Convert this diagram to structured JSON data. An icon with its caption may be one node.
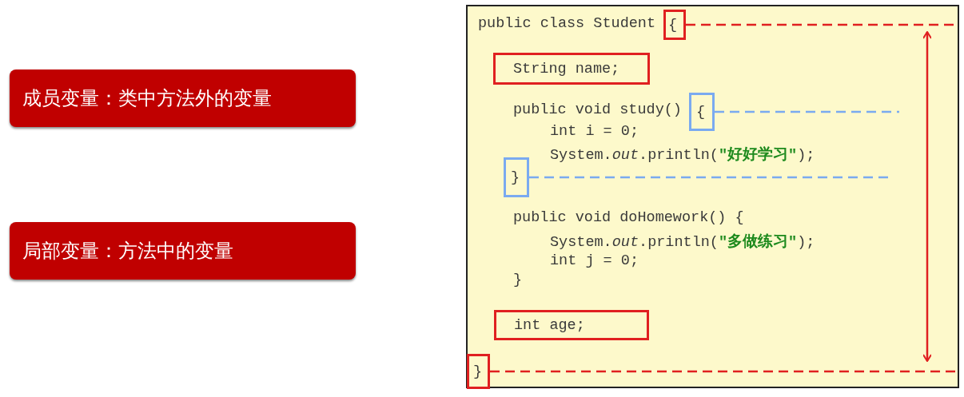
{
  "diagram": {
    "nodes": [
      {
        "text": [
          "成员变量：类中方法外的变量"
        ]
      },
      {
        "text": [
          "局部变量：方法中的变量"
        ]
      },
      {
        "text": [],
        "shape": "box"
      },
      {
        "text": [
          "{"
        ],
        "in": 2
      },
      {
        "text": [
          "String name;"
        ],
        "in": 2
      },
      {
        "text": [
          "{"
        ],
        "in": 2
      },
      {
        "text": [
          "}"
        ],
        "in": 2
      },
      {
        "text": [
          "int age;"
        ],
        "in": 2
      },
      {
        "text": [
          "}"
        ],
        "in": 2
      }
    ],
    "edges": [
      {
        "from": 3,
        "to": null,
        "arrow": "none",
        "style": "dashed",
        "color": "#e02020"
      },
      {
        "from": 5,
        "to": null,
        "arrow": "none",
        "style": "dashed",
        "color": "#7aaaf0"
      },
      {
        "from": 6,
        "to": null,
        "arrow": "none",
        "style": "dashed",
        "color": "#7aaaf0"
      },
      {
        "from": 8,
        "to": null,
        "arrow": "none",
        "style": "dashed",
        "color": "#e02020"
      }
    ],
    "labels": [
      "public class Student",
      "public void study()",
      "int i = 0;",
      "System.*out*.println(**\"好好学习\"**);",
      "public void doHomework() {",
      "System.*out*.println(**\"多做练习\"**);",
      "int j = 0;",
      "}"
    ]
  }
}
